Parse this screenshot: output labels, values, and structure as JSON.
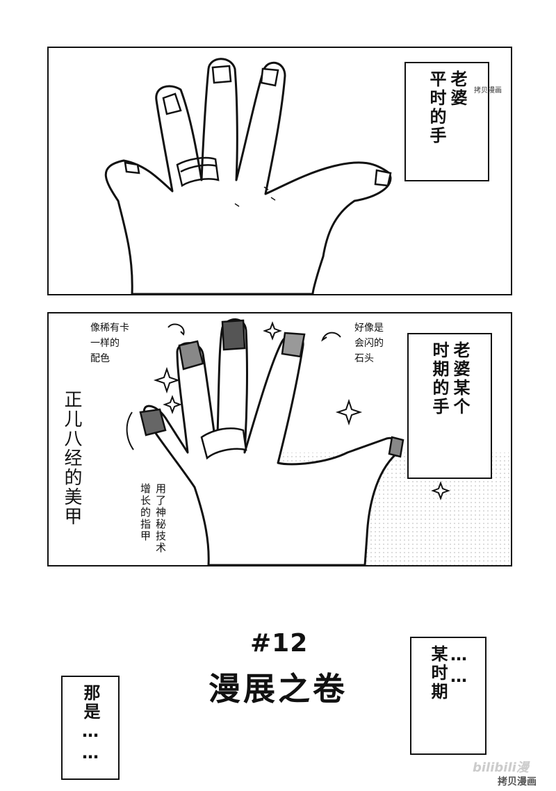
{
  "watermark_top": "拷贝漫画",
  "panel1": {
    "caption": [
      "老婆",
      "平时的手"
    ]
  },
  "panel2": {
    "caption": [
      "老婆某个",
      "时期的手"
    ],
    "note_rarity": [
      "像稀有卡",
      "一样的",
      "配色"
    ],
    "note_stone": [
      "好像是",
      "会闪的",
      "石头"
    ],
    "note_nail_big": [
      "正儿八经的",
      "美甲"
    ],
    "note_tech": [
      "用了神秘技术",
      "增长的指甲"
    ]
  },
  "chapter": {
    "number": "#12",
    "title": "漫展之卷"
  },
  "caption_left": "那是……",
  "caption_right": [
    "某时期",
    "……"
  ],
  "logo": "bilibili漫",
  "watermark_bottom": "拷贝漫画"
}
